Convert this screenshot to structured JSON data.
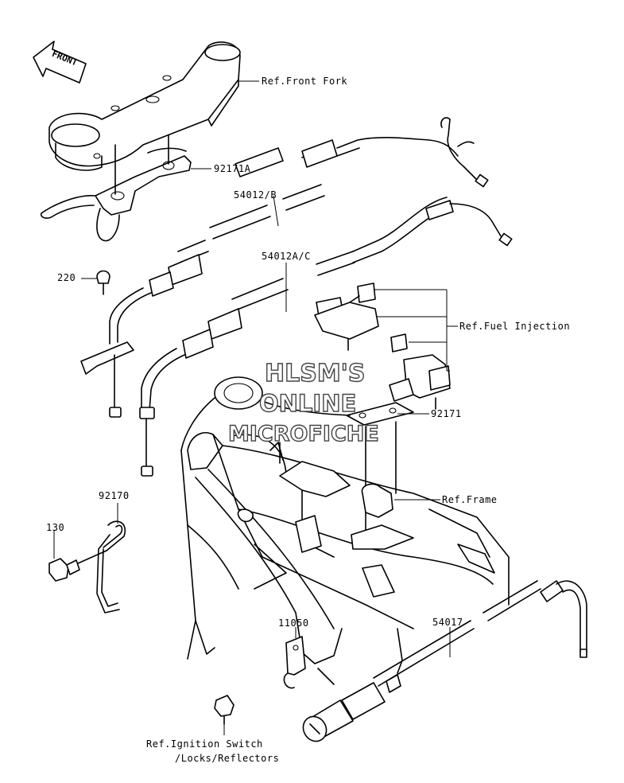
{
  "front_label": "FRONT",
  "labels": {
    "ref_front_fork": "Ref.Front Fork",
    "p92171a": "92171A",
    "p54012b": "54012/B",
    "p54012ac": "54012A/C",
    "p220": "220",
    "ref_fuel_injection": "Ref.Fuel Injection",
    "p92171": "92171",
    "ref_frame": "Ref.Frame",
    "p92170": "92170",
    "p130": "130",
    "p11050": "11050",
    "p54017": "54017",
    "ref_ignition_1": "Ref.Ignition Switch",
    "ref_ignition_2": "/Locks/Reflectors"
  },
  "watermark": {
    "line1": "HLSM'S",
    "line2": "ONLINE",
    "line3": "MICROFICHE"
  }
}
